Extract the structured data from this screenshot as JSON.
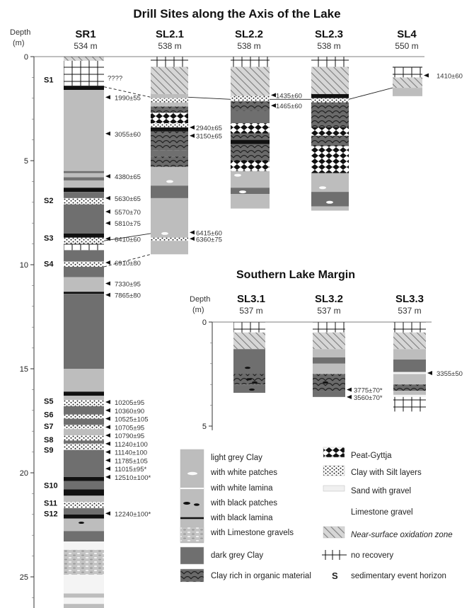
{
  "main_title": "Drill Sites along the Axis of the Lake",
  "south_title": "Southern Lake Margin",
  "depth_label": "Depth",
  "unit_label": "(m)",
  "axis_main": {
    "ticks": [
      "0",
      "5",
      "10",
      "15",
      "20",
      "25"
    ]
  },
  "axis_south": {
    "ticks": [
      "0",
      "5"
    ]
  },
  "cores_main": [
    {
      "name": "SR1",
      "elev": "534 m"
    },
    {
      "name": "SL2.1",
      "elev": "538 m"
    },
    {
      "name": "SL2.2",
      "elev": "538 m"
    },
    {
      "name": "SL2.3",
      "elev": "538 m"
    },
    {
      "name": "SL4",
      "elev": "550 m"
    }
  ],
  "cores_south": [
    {
      "name": "SL3.1",
      "elev": "537 m"
    },
    {
      "name": "SL3.2",
      "elev": "537 m"
    },
    {
      "name": "SL3.3",
      "elev": "537 m"
    }
  ],
  "events": [
    "S1",
    "S2",
    "S3",
    "S4",
    "S5",
    "S6",
    "S7",
    "S8",
    "S9",
    "S10",
    "S11",
    "S12"
  ],
  "sr1_dates": [
    "????",
    "1990±55",
    "3055±60",
    "4380±65",
    "5630±65",
    "5570±70",
    "5810±75",
    "6410±60",
    "6910±80",
    "7330±95",
    "7865±80",
    "10205±95",
    "10360±90",
    "10525±105",
    "10705±95",
    "10790±95",
    "11240±100",
    "11140±100",
    "11785±105",
    "11015±95*",
    "12510±100*",
    "12240±100*"
  ],
  "sl21_dates": [
    "2940±65",
    "3150±65",
    "6415±60",
    "6360±75"
  ],
  "sl22_dates": [
    "1435±60",
    "1465±60"
  ],
  "sl4_dates": [
    "1410±60"
  ],
  "sl32_dates": [
    "3775±70*",
    "3560±70*"
  ],
  "sl33_dates": [
    "3355±50"
  ],
  "legend": {
    "light_grey_clay": "light grey Clay",
    "white_patches": "with white patches",
    "white_lamina": "with white lamina",
    "black_patches": "with black patches",
    "black_lamina": "with black lamina",
    "limestone_gravels": "with Limestone gravels",
    "dark_grey_clay": "dark grey Clay",
    "organic": "Clay rich in organic material",
    "peat": "Peat-Gyttja",
    "silt": "Clay with Silt layers",
    "sand": "Sand with gravel",
    "limestone": "Limestone gravel",
    "oxidation": "Near-surface oxidation zone",
    "no_recovery": "no recovery",
    "s_symbol": "S",
    "event": "sedimentary event horizon"
  },
  "colors": {
    "light_grey": "#bdbdbd",
    "dark_grey": "#6f6f6f",
    "black": "#111111",
    "hatch": "#8a8a8a"
  }
}
